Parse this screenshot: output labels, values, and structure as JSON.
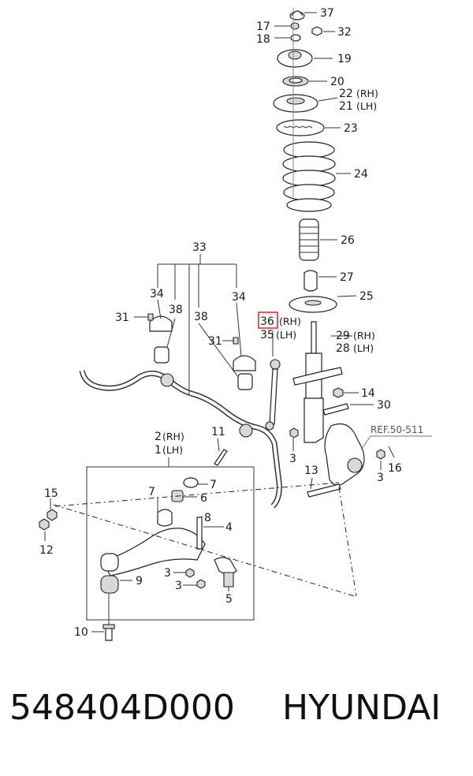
{
  "diagram": {
    "labels": {
      "l37": "37",
      "l17": "17",
      "l32": "32",
      "l18": "18",
      "l19": "19",
      "l20": "20",
      "l22": "22",
      "l22s": "(RH)",
      "l21": "21",
      "l21s": "(LH)",
      "l23": "23",
      "l24": "24",
      "l26": "26",
      "l27": "27",
      "l25": "25",
      "l33": "33",
      "l34a": "34",
      "l34b": "34",
      "l31a": "31",
      "l38a": "38",
      "l38b": "38",
      "l31b": "31",
      "l36": "36",
      "l36s": "(RH)",
      "l35": "35",
      "l35s": "(LH)",
      "l29": "29",
      "l29s": "(RH)",
      "l28": "28",
      "l28s": "(LH)",
      "l14": "14",
      "l30": "30",
      "l2": "2",
      "l2s": "(RH)",
      "l1": "1",
      "l1s": "(LH)",
      "l11": "11",
      "ref": "REF.50-511",
      "l3a": "3",
      "l3b": "3",
      "l16": "16",
      "l13": "13",
      "l15": "15",
      "l7a": "7",
      "l7b": "7",
      "l6": "6",
      "l8": "8",
      "l4": "4",
      "l12": "12",
      "l3c": "3",
      "l3d": "3",
      "l9": "9",
      "l5": "5",
      "l10": "10"
    },
    "highlight_color": "#e02020"
  },
  "caption": {
    "part_number": "548404D000",
    "brand": "HYUNDAI"
  }
}
